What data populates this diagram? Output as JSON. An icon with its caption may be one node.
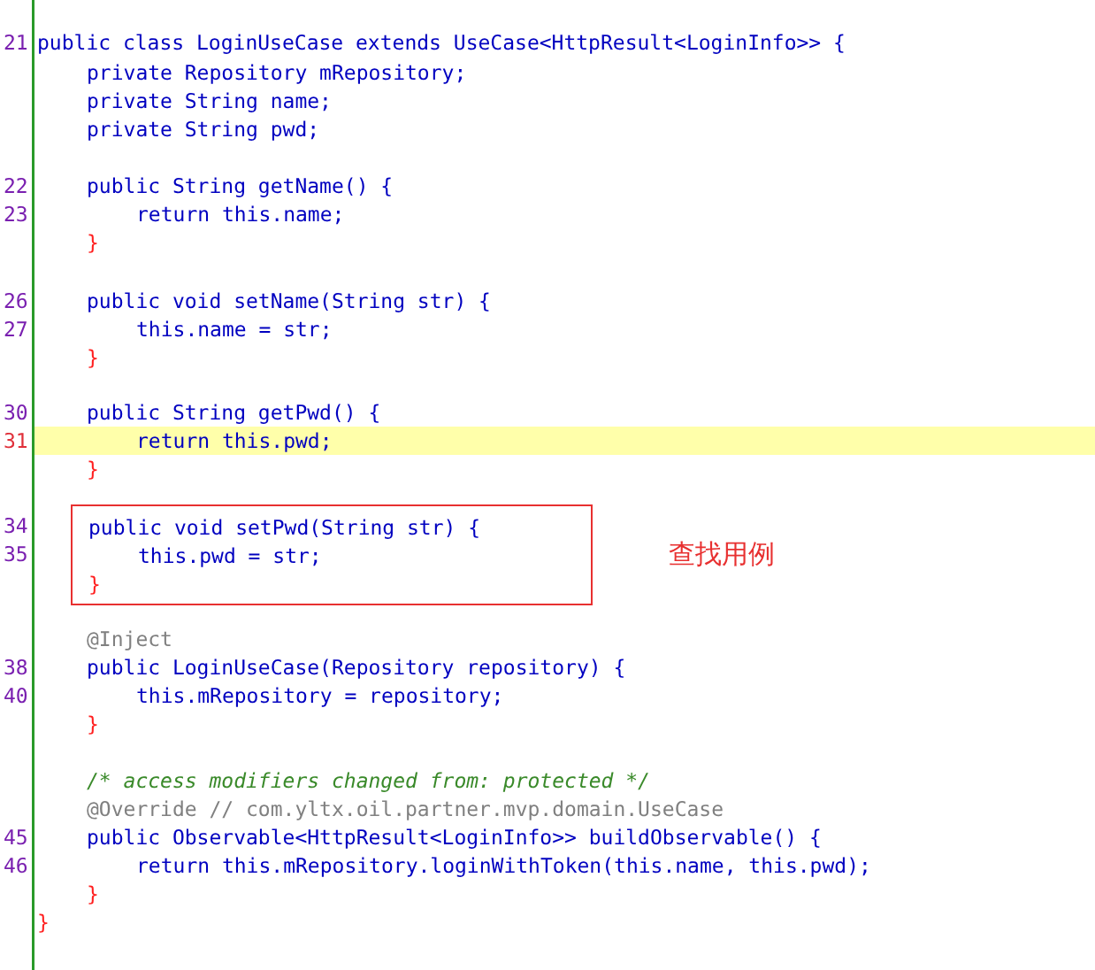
{
  "diagram": {
    "nodes": [
      {
        "text": [
          "public void setPwd(String str) {",
          "this.pwd = str;",
          "}"
        ],
        "beside": [
          "查找用例"
        ]
      }
    ],
    "labels": [
      "21",
      "public class LoginUseCase extends UseCase<HttpResult<LoginInfo>> {",
      "private Repository mRepository;",
      "private String name;",
      "private String pwd;",
      "22",
      "public String getName() {",
      "23",
      "return this.name;",
      "}",
      "26",
      "public void setName(String str) {",
      "27",
      "this.name = str;",
      "}",
      "30",
      "public String getPwd() {",
      "31",
      "return this.pwd;",
      "}",
      "34",
      "35",
      "@Inject",
      "38",
      "public LoginUseCase(Repository repository) {",
      "40",
      "this.mRepository = repository;",
      "}",
      "/* access modifiers changed from: protected */",
      "@Override // com.yltx.oil.partner.mvp.domain.UseCase",
      "45",
      "public Observable<HttpResult<LoginInfo>> buildObservable() {",
      "46",
      "return this.mRepository.loginWithToken(this.name, this.pwd);",
      "}",
      "}"
    ]
  }
}
